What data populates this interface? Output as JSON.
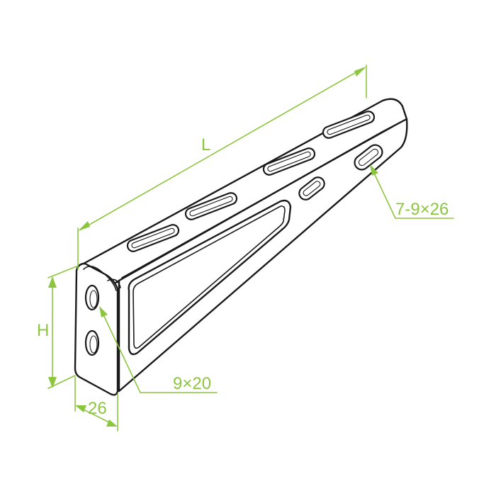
{
  "dimensions": {
    "length_label": "L",
    "height_label": "H",
    "width_label": "26",
    "end_slot_label": "9×20",
    "side_slot_label": "7-9×26"
  },
  "colors": {
    "dimension": "#8cc63f",
    "outline": "#1a1a1a",
    "background": "#ffffff"
  }
}
